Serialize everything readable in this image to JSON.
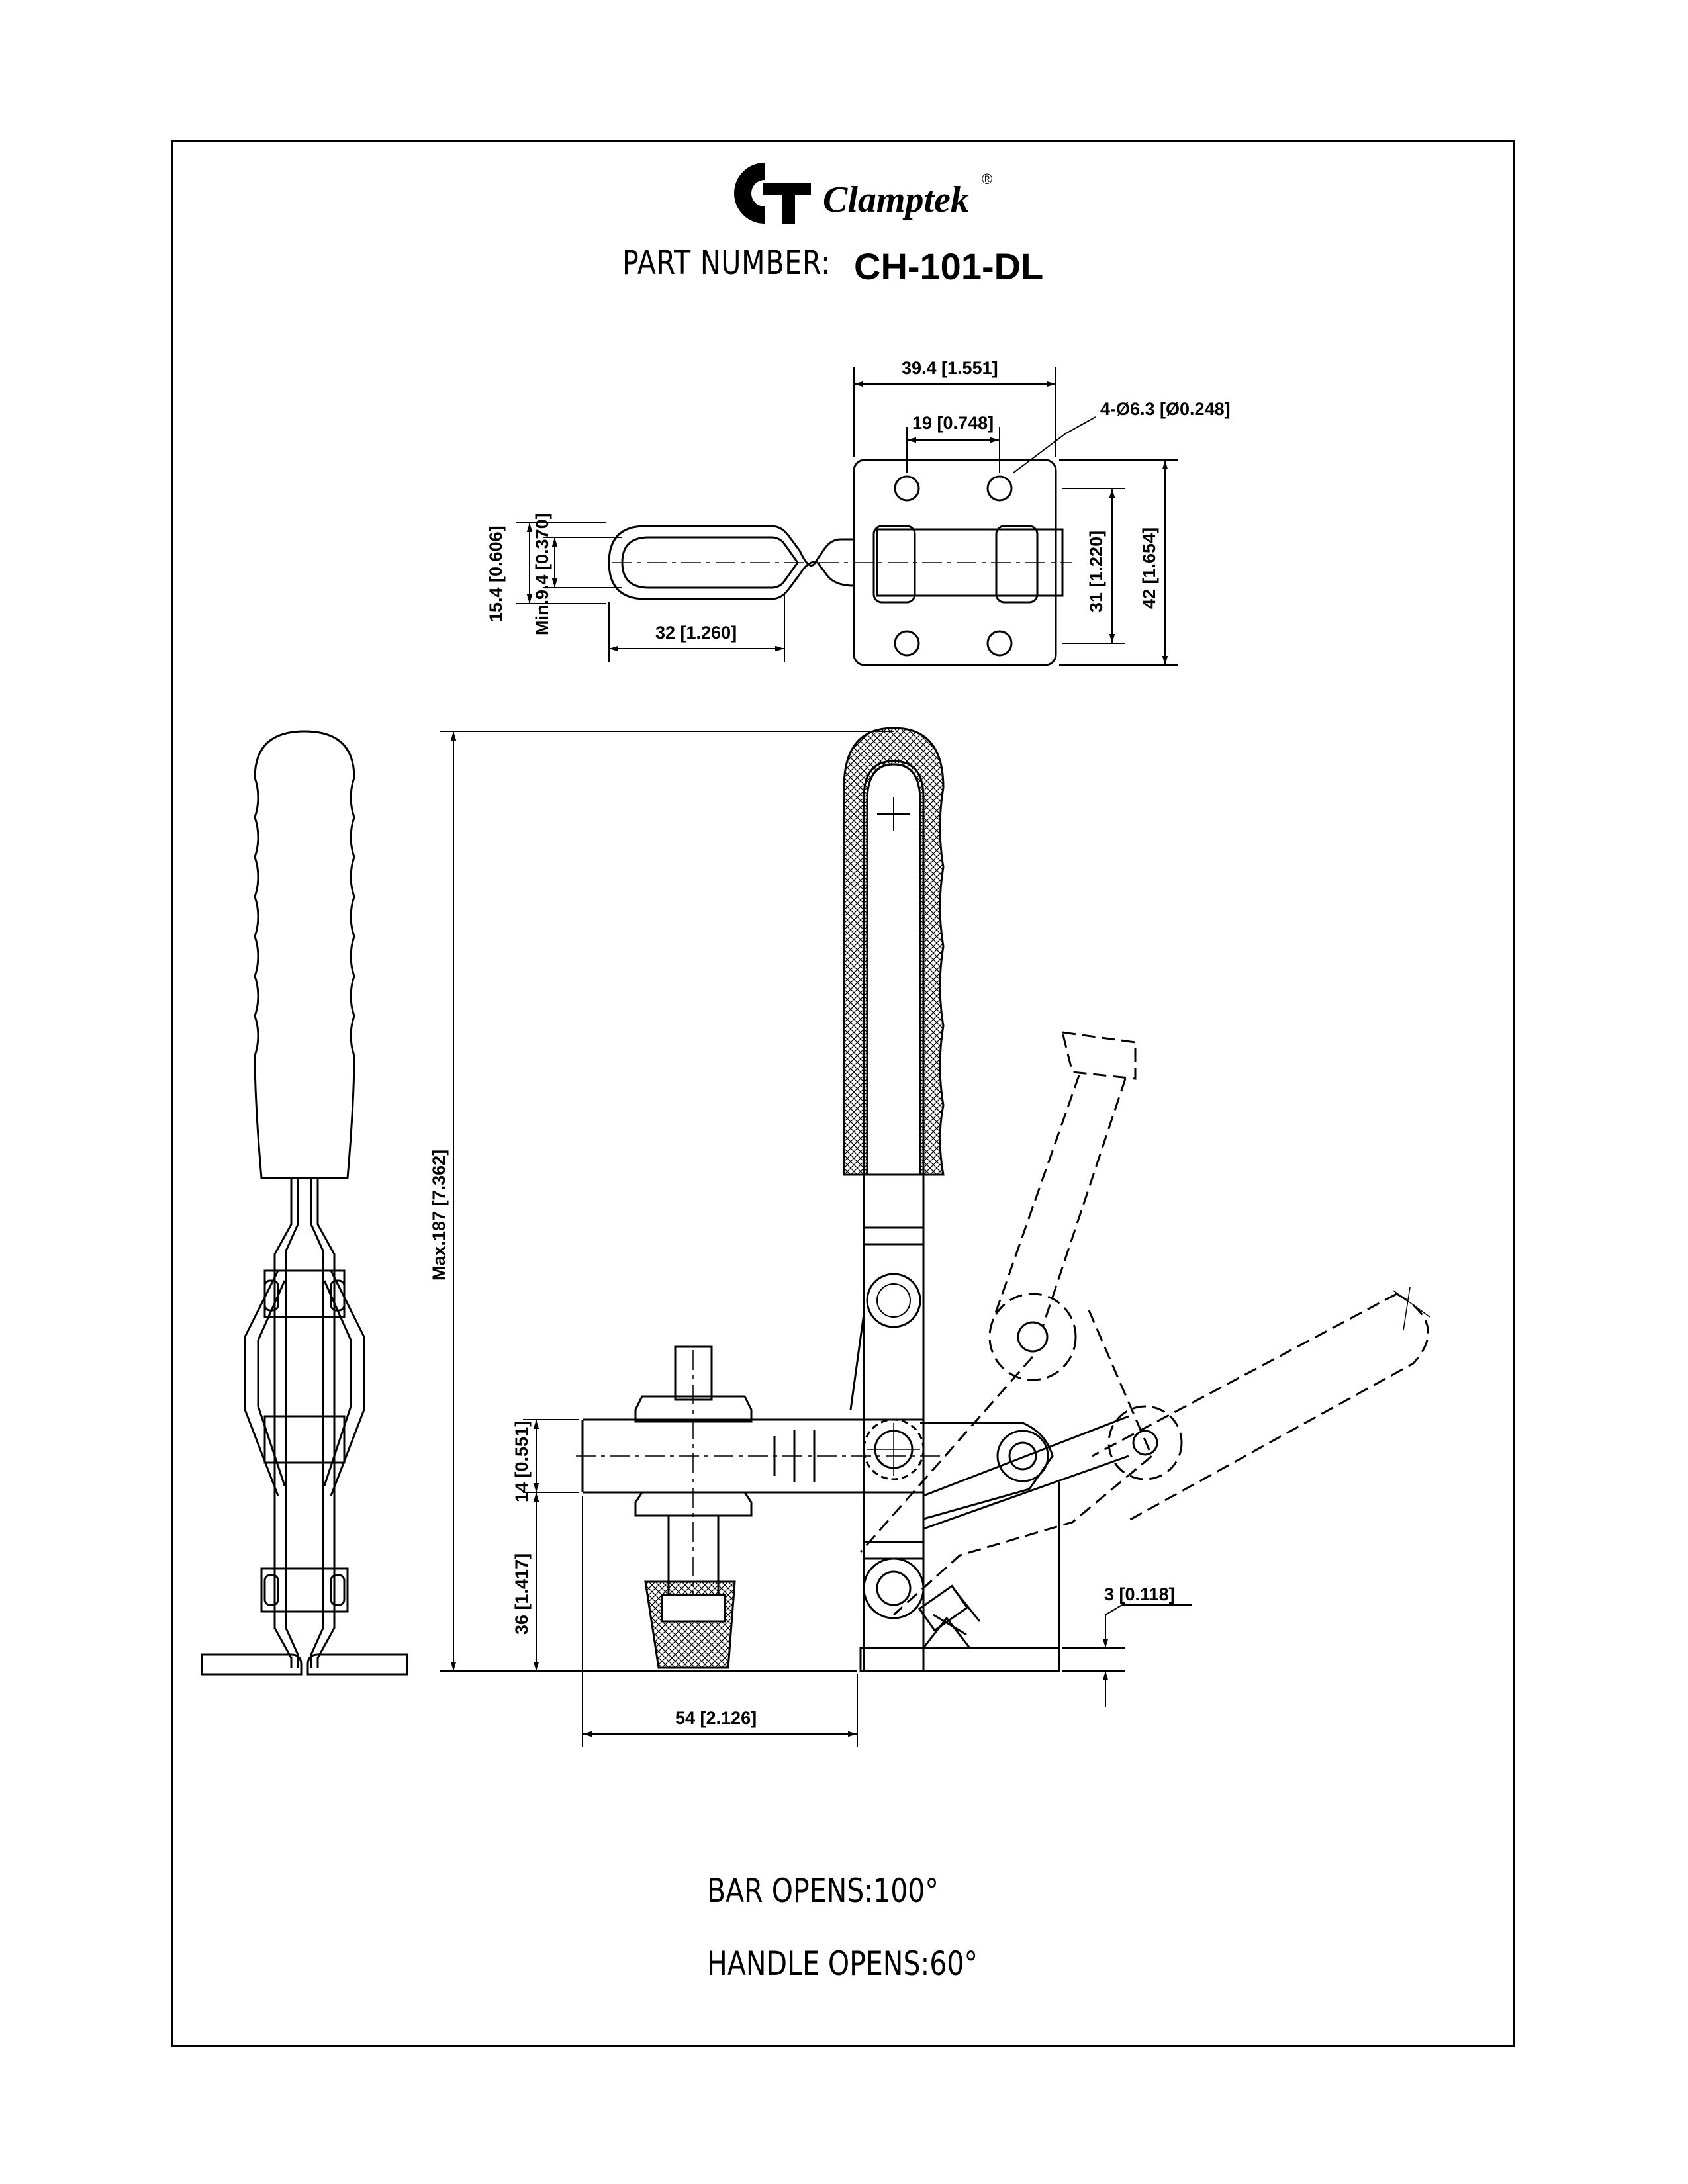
{
  "brand": {
    "name": "Clamptek",
    "registered_mark": "®"
  },
  "part": {
    "label": "PART NUMBER:",
    "value": "CH-101-DL"
  },
  "dimensions": {
    "d_39_4": "39.4 [1.551]",
    "d_19": "19 [0.748]",
    "d_hole": "4-Ø6.3 [Ø0.248]",
    "d_15_4": "15.4 [0.606]",
    "d_min_9_4": "Min.9.4 [0.370]",
    "d_32": "32 [1.260]",
    "d_31": "31 [1.220]",
    "d_42": "42 [1.654]",
    "d_max_187": "Max.187 [7.362]",
    "d_14": "14 [0.551]",
    "d_36": "36 [1.417]",
    "d_54": "54 [2.126]",
    "d_3": "3 [0.118]"
  },
  "notes": {
    "bar_opens": "BAR OPENS:100°",
    "handle_opens": "HANDLE OPENS:60°"
  }
}
